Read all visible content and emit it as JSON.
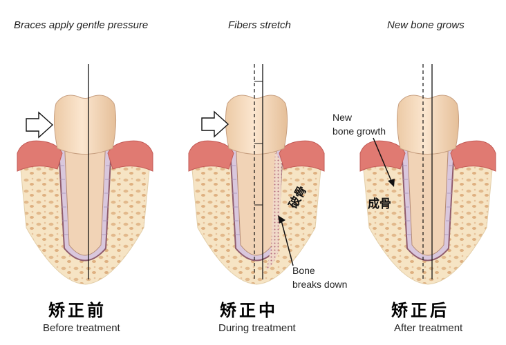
{
  "panels": [
    {
      "title": "Braces apply gentle pressure",
      "cn_label": "矫正前",
      "en_label": "Before treatment"
    },
    {
      "title": "Fibers stretch",
      "cn_label": "矫正中",
      "en_label": "During treatment"
    },
    {
      "title": "New bone grows",
      "cn_label": "矫正后",
      "en_label": "After treatment"
    }
  ],
  "annotations": {
    "bone_breaks_cn": "破骨",
    "bone_breaks_en": [
      "Bone",
      "breaks down"
    ],
    "new_bone_en": [
      "New",
      "bone growth"
    ],
    "new_bone_cn": "成骨"
  },
  "colors": {
    "gum": "#e07a72",
    "bone": "#f6e4c4",
    "tooth": "#f4d7b8",
    "root_outline": "#9a5f6a",
    "fibers": "#b9a6c6"
  }
}
